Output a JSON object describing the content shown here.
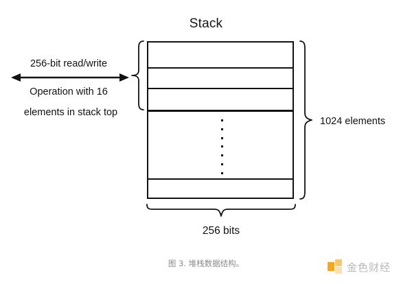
{
  "diagram": {
    "title": "Stack",
    "caption": "图 3. 堆栈数据结构。",
    "colors": {
      "stroke": "#111111",
      "caption": "#8a8a8a",
      "watermark_accent": "#f5a623",
      "background": "#ffffff"
    }
  },
  "annotations": {
    "read_write_label": "256-bit read/write",
    "operation_line_1": "Operation with 16",
    "operation_line_2": "elements in stack top",
    "capacity_label": "1024 elements",
    "width_label": "256 bits"
  },
  "stack": {
    "rows": [
      {
        "id": "row-1",
        "label": ""
      },
      {
        "id": "row-2",
        "label": ""
      },
      {
        "id": "row-3",
        "label": ""
      },
      {
        "id": "row-middle",
        "label": ""
      },
      {
        "id": "row-bottom",
        "label": ""
      }
    ],
    "ellipsis_dot_count": 7,
    "element_capacity": "1024 elements",
    "element_width": "256 bits",
    "top_access_elements": "16"
  },
  "watermark": {
    "text": "金色财经",
    "mark_name": "jinse-finance-logo"
  }
}
